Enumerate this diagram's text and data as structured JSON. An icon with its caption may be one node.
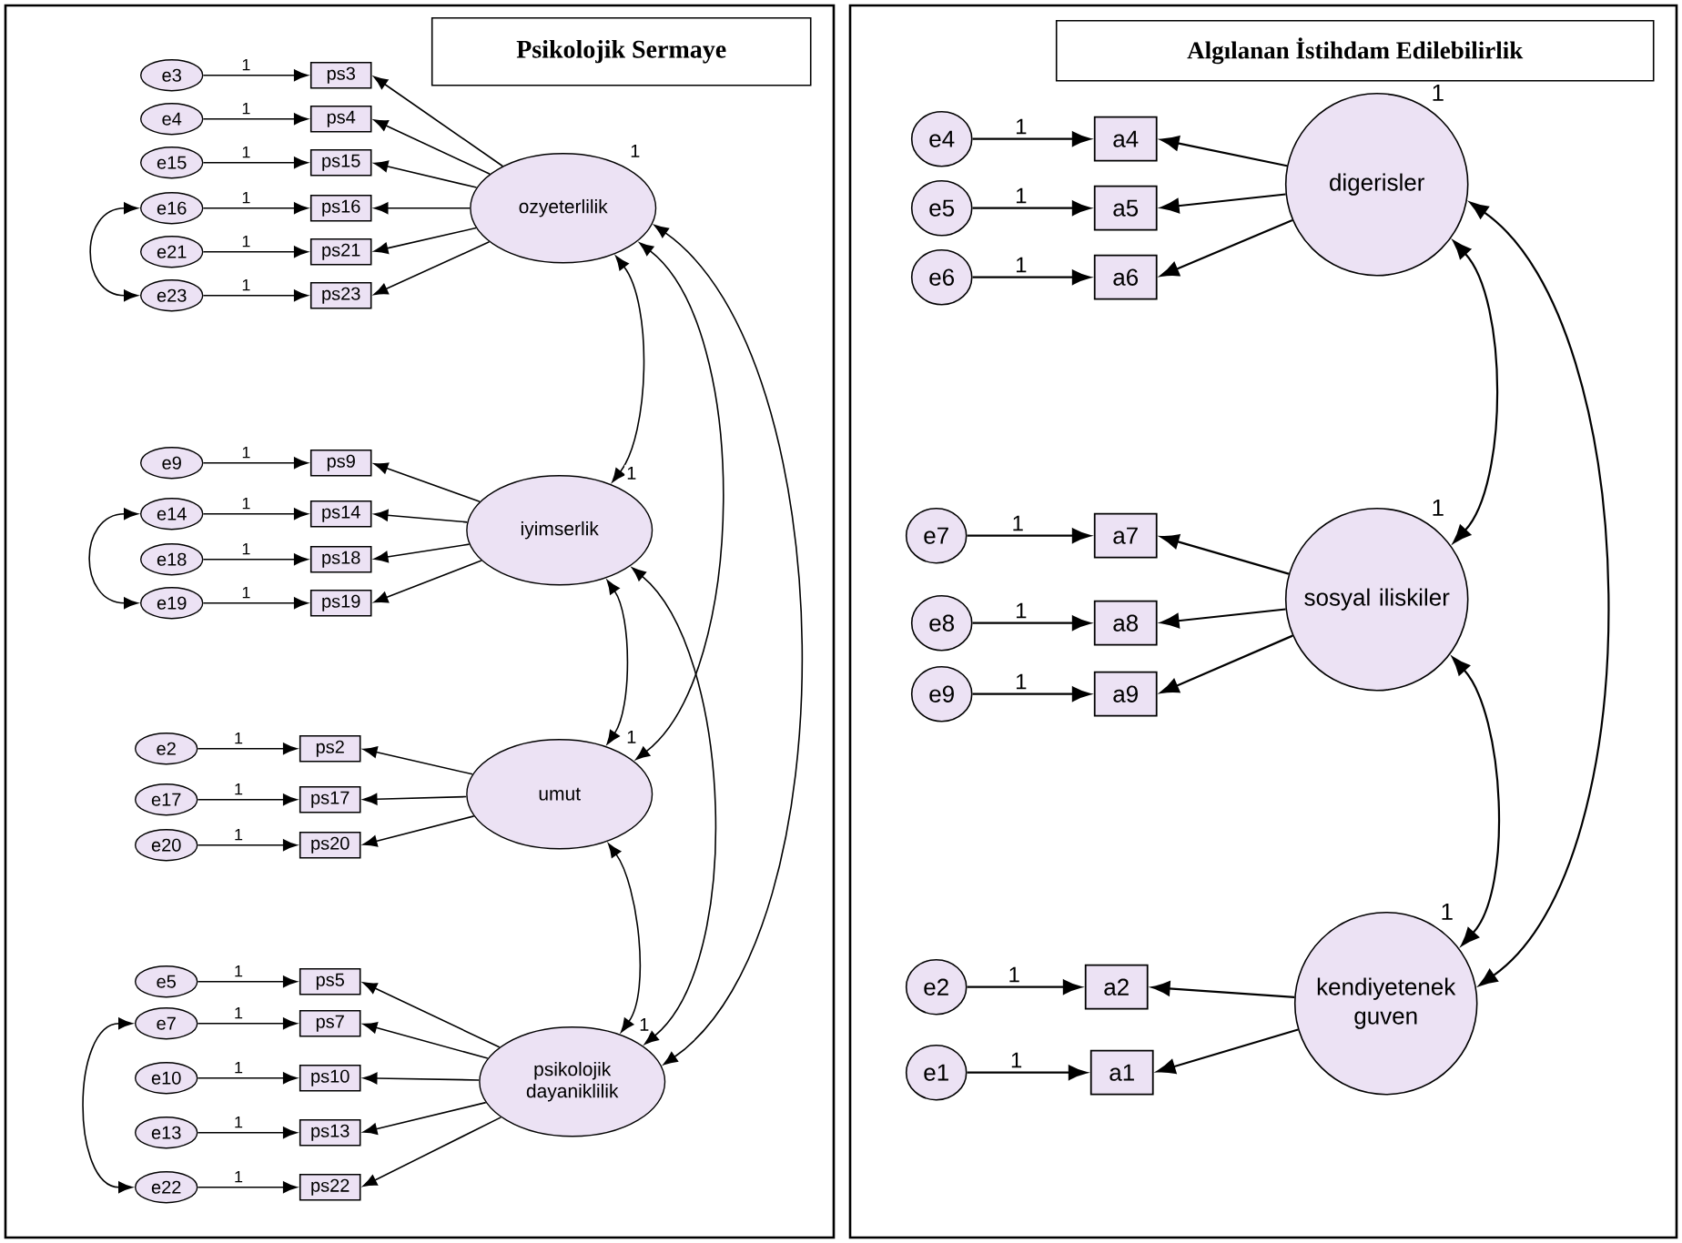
{
  "diagram": {
    "nodes": [
      {
        "text": [],
        "shape": "box"
      },
      {
        "text": [
          "Psikolojik Sermaye"
        ],
        "in": 0
      },
      {
        "text": [
          "ozyeterlilik"
        ],
        "in": 0,
        "beside": [
          "1"
        ]
      },
      {
        "text": [
          "e3"
        ],
        "in": 0
      },
      {
        "text": [
          "ps3"
        ],
        "in": 0
      },
      {
        "text": [
          "e4"
        ],
        "in": 0
      },
      {
        "text": [
          "ps4"
        ],
        "in": 0
      },
      {
        "text": [
          "e15"
        ],
        "in": 0
      },
      {
        "text": [
          "ps15"
        ],
        "in": 0
      },
      {
        "text": [
          "e16"
        ],
        "in": 0
      },
      {
        "text": [
          "ps16"
        ],
        "in": 0
      },
      {
        "text": [
          "e21"
        ],
        "in": 0
      },
      {
        "text": [
          "ps21"
        ],
        "in": 0
      },
      {
        "text": [
          "e23"
        ],
        "in": 0
      },
      {
        "text": [
          "ps23"
        ],
        "in": 0
      },
      {
        "text": [
          "iyimserlik"
        ],
        "in": 0,
        "beside": [
          "1"
        ]
      },
      {
        "text": [
          "e9"
        ],
        "in": 0
      },
      {
        "text": [
          "ps9"
        ],
        "in": 0
      },
      {
        "text": [
          "e14"
        ],
        "in": 0
      },
      {
        "text": [
          "ps14"
        ],
        "in": 0
      },
      {
        "text": [
          "e18"
        ],
        "in": 0
      },
      {
        "text": [
          "ps18"
        ],
        "in": 0
      },
      {
        "text": [
          "e19"
        ],
        "in": 0
      },
      {
        "text": [
          "ps19"
        ],
        "in": 0
      },
      {
        "text": [
          "umut"
        ],
        "in": 0,
        "beside": [
          "1"
        ]
      },
      {
        "text": [
          "e2"
        ],
        "in": 0
      },
      {
        "text": [
          "ps2"
        ],
        "in": 0
      },
      {
        "text": [
          "e17"
        ],
        "in": 0
      },
      {
        "text": [
          "ps17"
        ],
        "in": 0
      },
      {
        "text": [
          "e20"
        ],
        "in": 0
      },
      {
        "text": [
          "ps20"
        ],
        "in": 0
      },
      {
        "text": [
          "psikolojik dayaniklilik"
        ],
        "in": 0,
        "beside": [
          "1"
        ]
      },
      {
        "text": [
          "e5"
        ],
        "in": 0
      },
      {
        "text": [
          "ps5"
        ],
        "in": 0
      },
      {
        "text": [
          "e7"
        ],
        "in": 0
      },
      {
        "text": [
          "ps7"
        ],
        "in": 0
      },
      {
        "text": [
          "e10"
        ],
        "in": 0
      },
      {
        "text": [
          "ps10"
        ],
        "in": 0
      },
      {
        "text": [
          "e13"
        ],
        "in": 0
      },
      {
        "text": [
          "ps13"
        ],
        "in": 0
      },
      {
        "text": [
          "e22"
        ],
        "in": 0
      },
      {
        "text": [
          "ps22"
        ],
        "in": 0
      },
      {
        "text": [],
        "shape": "box"
      },
      {
        "text": [
          "Algılanan İstihdam Edilebilirlik"
        ],
        "in": 42
      },
      {
        "text": [
          "digerisler"
        ],
        "in": 42,
        "beside": [
          "1"
        ]
      },
      {
        "text": [
          "e4"
        ],
        "in": 42
      },
      {
        "text": [
          "a4"
        ],
        "in": 42
      },
      {
        "text": [
          "e5"
        ],
        "in": 42
      },
      {
        "text": [
          "a5"
        ],
        "in": 42
      },
      {
        "text": [
          "e6"
        ],
        "in": 42
      },
      {
        "text": [
          "a6"
        ],
        "in": 42
      },
      {
        "text": [
          "sosyal iliskiler"
        ],
        "in": 42,
        "beside": [
          "1"
        ]
      },
      {
        "text": [
          "e7"
        ],
        "in": 42
      },
      {
        "text": [
          "a7"
        ],
        "in": 42
      },
      {
        "text": [
          "e8"
        ],
        "in": 42
      },
      {
        "text": [
          "a8"
        ],
        "in": 42
      },
      {
        "text": [
          "e9"
        ],
        "in": 42
      },
      {
        "text": [
          "a9"
        ],
        "in": 42
      },
      {
        "text": [
          "kendiyetenek guven"
        ],
        "in": 42,
        "beside": [
          "1"
        ]
      },
      {
        "text": [
          "e2"
        ],
        "in": 42
      },
      {
        "text": [
          "a2"
        ],
        "in": 42
      },
      {
        "text": [
          "e1"
        ],
        "in": 42
      },
      {
        "text": [
          "a1"
        ],
        "in": 42
      }
    ],
    "edges": [
      {
        "from": 3,
        "to": 4,
        "arrow": "to",
        "label": "1"
      },
      {
        "from": 2,
        "to": 4,
        "arrow": "to"
      },
      {
        "from": 5,
        "to": 6,
        "arrow": "to",
        "label": "1"
      },
      {
        "from": 2,
        "to": 6,
        "arrow": "to"
      },
      {
        "from": 7,
        "to": 8,
        "arrow": "to",
        "label": "1"
      },
      {
        "from": 2,
        "to": 8,
        "arrow": "to"
      },
      {
        "from": 9,
        "to": 10,
        "arrow": "to",
        "label": "1"
      },
      {
        "from": 2,
        "to": 10,
        "arrow": "to"
      },
      {
        "from": 11,
        "to": 12,
        "arrow": "to",
        "label": "1"
      },
      {
        "from": 2,
        "to": 12,
        "arrow": "to"
      },
      {
        "from": 13,
        "to": 14,
        "arrow": "to",
        "label": "1"
      },
      {
        "from": 2,
        "to": 14,
        "arrow": "to"
      },
      {
        "from": 16,
        "to": 17,
        "arrow": "to",
        "label": "1"
      },
      {
        "from": 15,
        "to": 17,
        "arrow": "to"
      },
      {
        "from": 18,
        "to": 19,
        "arrow": "to",
        "label": "1"
      },
      {
        "from": 15,
        "to": 19,
        "arrow": "to"
      },
      {
        "from": 20,
        "to": 21,
        "arrow": "to",
        "label": "1"
      },
      {
        "from": 15,
        "to": 21,
        "arrow": "to"
      },
      {
        "from": 22,
        "to": 23,
        "arrow": "to",
        "label": "1"
      },
      {
        "from": 15,
        "to": 23,
        "arrow": "to"
      },
      {
        "from": 25,
        "to": 26,
        "arrow": "to",
        "label": "1"
      },
      {
        "from": 24,
        "to": 26,
        "arrow": "to"
      },
      {
        "from": 27,
        "to": 28,
        "arrow": "to",
        "label": "1"
      },
      {
        "from": 24,
        "to": 28,
        "arrow": "to"
      },
      {
        "from": 29,
        "to": 30,
        "arrow": "to",
        "label": "1"
      },
      {
        "from": 24,
        "to": 30,
        "arrow": "to"
      },
      {
        "from": 32,
        "to": 33,
        "arrow": "to",
        "label": "1"
      },
      {
        "from": 31,
        "to": 33,
        "arrow": "to"
      },
      {
        "from": 34,
        "to": 35,
        "arrow": "to",
        "label": "1"
      },
      {
        "from": 31,
        "to": 35,
        "arrow": "to"
      },
      {
        "from": 36,
        "to": 37,
        "arrow": "to",
        "label": "1"
      },
      {
        "from": 31,
        "to": 37,
        "arrow": "to"
      },
      {
        "from": 38,
        "to": 39,
        "arrow": "to",
        "label": "1"
      },
      {
        "from": 31,
        "to": 39,
        "arrow": "to"
      },
      {
        "from": 40,
        "to": 41,
        "arrow": "to",
        "label": "1"
      },
      {
        "from": 31,
        "to": 41,
        "arrow": "to"
      },
      {
        "from": 9,
        "to": 13,
        "arrow": "both"
      },
      {
        "from": 18,
        "to": 22,
        "arrow": "both"
      },
      {
        "from": 34,
        "to": 40,
        "arrow": "both"
      },
      {
        "from": 2,
        "to": 15,
        "arrow": "both"
      },
      {
        "from": 2,
        "to": 24,
        "arrow": "both"
      },
      {
        "from": 2,
        "to": 31,
        "arrow": "both"
      },
      {
        "from": 15,
        "to": 24,
        "arrow": "both"
      },
      {
        "from": 15,
        "to": 31,
        "arrow": "both"
      },
      {
        "from": 24,
        "to": 31,
        "arrow": "both"
      },
      {
        "from": 45,
        "to": 46,
        "arrow": "to",
        "label": "1"
      },
      {
        "from": 44,
        "to": 46,
        "arrow": "to"
      },
      {
        "from": 47,
        "to": 48,
        "arrow": "to",
        "label": "1"
      },
      {
        "from": 44,
        "to": 48,
        "arrow": "to"
      },
      {
        "from": 49,
        "to": 50,
        "arrow": "to",
        "label": "1"
      },
      {
        "from": 44,
        "to": 50,
        "arrow": "to"
      },
      {
        "from": 52,
        "to": 53,
        "arrow": "to",
        "label": "1"
      },
      {
        "from": 51,
        "to": 53,
        "arrow": "to"
      },
      {
        "from": 54,
        "to": 55,
        "arrow": "to",
        "label": "1"
      },
      {
        "from": 51,
        "to": 55,
        "arrow": "to"
      },
      {
        "from": 56,
        "to": 57,
        "arrow": "to",
        "label": "1"
      },
      {
        "from": 51,
        "to": 57,
        "arrow": "to"
      },
      {
        "from": 59,
        "to": 60,
        "arrow": "to",
        "label": "1"
      },
      {
        "from": 58,
        "to": 60,
        "arrow": "to"
      },
      {
        "from": 61,
        "to": 62,
        "arrow": "to",
        "label": "1"
      },
      {
        "from": 58,
        "to": 62,
        "arrow": "to"
      },
      {
        "from": 44,
        "to": 51,
        "arrow": "both"
      },
      {
        "from": 51,
        "to": 58,
        "arrow": "both"
      },
      {
        "from": 44,
        "to": 58,
        "arrow": "both"
      }
    ]
  }
}
